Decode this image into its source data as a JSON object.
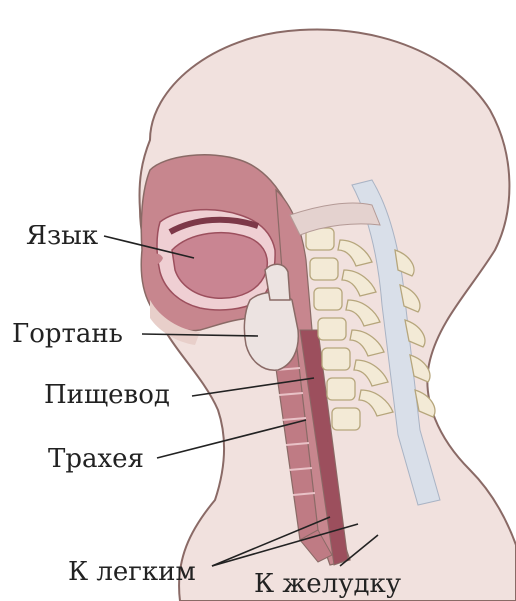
{
  "labels": {
    "tongue": "Язык",
    "larynx": "Гортань",
    "esophagus": "Пищевод",
    "trachea": "Трахея",
    "to_lungs": "К легким",
    "to_stomach": "К желудку"
  },
  "colors": {
    "skin": "#f1e1de",
    "outline": "#8a6a66",
    "tissue": "#c7868e",
    "tissue_dark": "#9c4f5d",
    "cavity": "#efcfd3",
    "cartilage": "#ece3e1",
    "bone": "#f3ead6",
    "bone_outline": "#b6a67c",
    "spine_canal": "#d9dfe9",
    "text": "#222222"
  }
}
